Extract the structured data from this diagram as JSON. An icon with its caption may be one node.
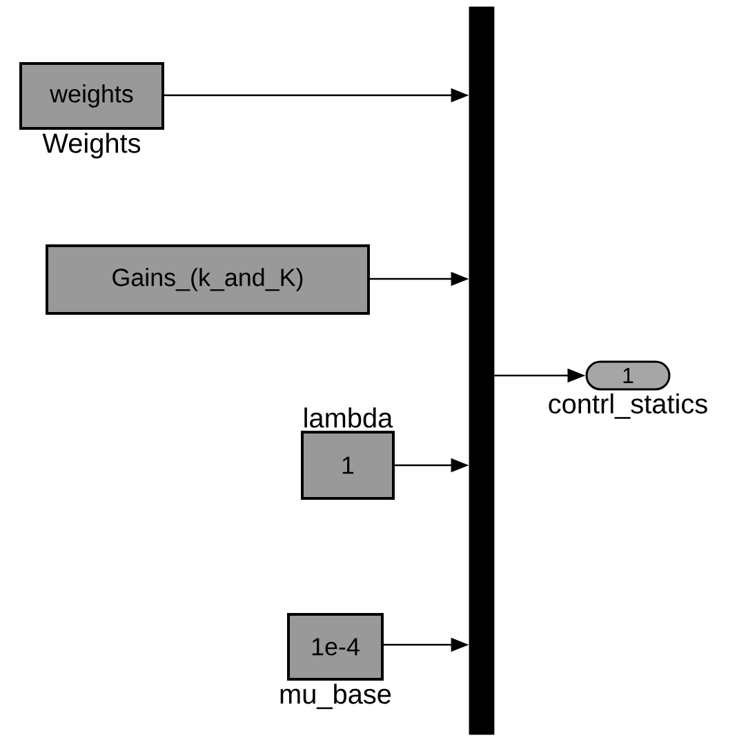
{
  "diagram": {
    "nodes": [
      {
        "text": [
          "weights"
        ],
        "beside": [
          "Weights"
        ]
      },
      {
        "text": [
          "Gains_(k_and_K)"
        ]
      },
      {
        "text": [
          "1"
        ],
        "beside": [
          "lambda"
        ]
      },
      {
        "text": [
          "1e-4"
        ],
        "beside": [
          "mu_base"
        ]
      },
      {
        "text": [],
        "shape": "bar"
      },
      {
        "text": [
          "1"
        ],
        "beside": [
          "contrl_statics"
        ]
      }
    ],
    "edges": [
      {
        "from": 0,
        "to": 4,
        "arrow": "to"
      },
      {
        "from": 1,
        "to": 4,
        "arrow": "to"
      },
      {
        "from": 2,
        "to": 4,
        "arrow": "to"
      },
      {
        "from": 3,
        "to": 4,
        "arrow": "to"
      },
      {
        "from": 4,
        "to": 5,
        "arrow": "to"
      }
    ]
  }
}
